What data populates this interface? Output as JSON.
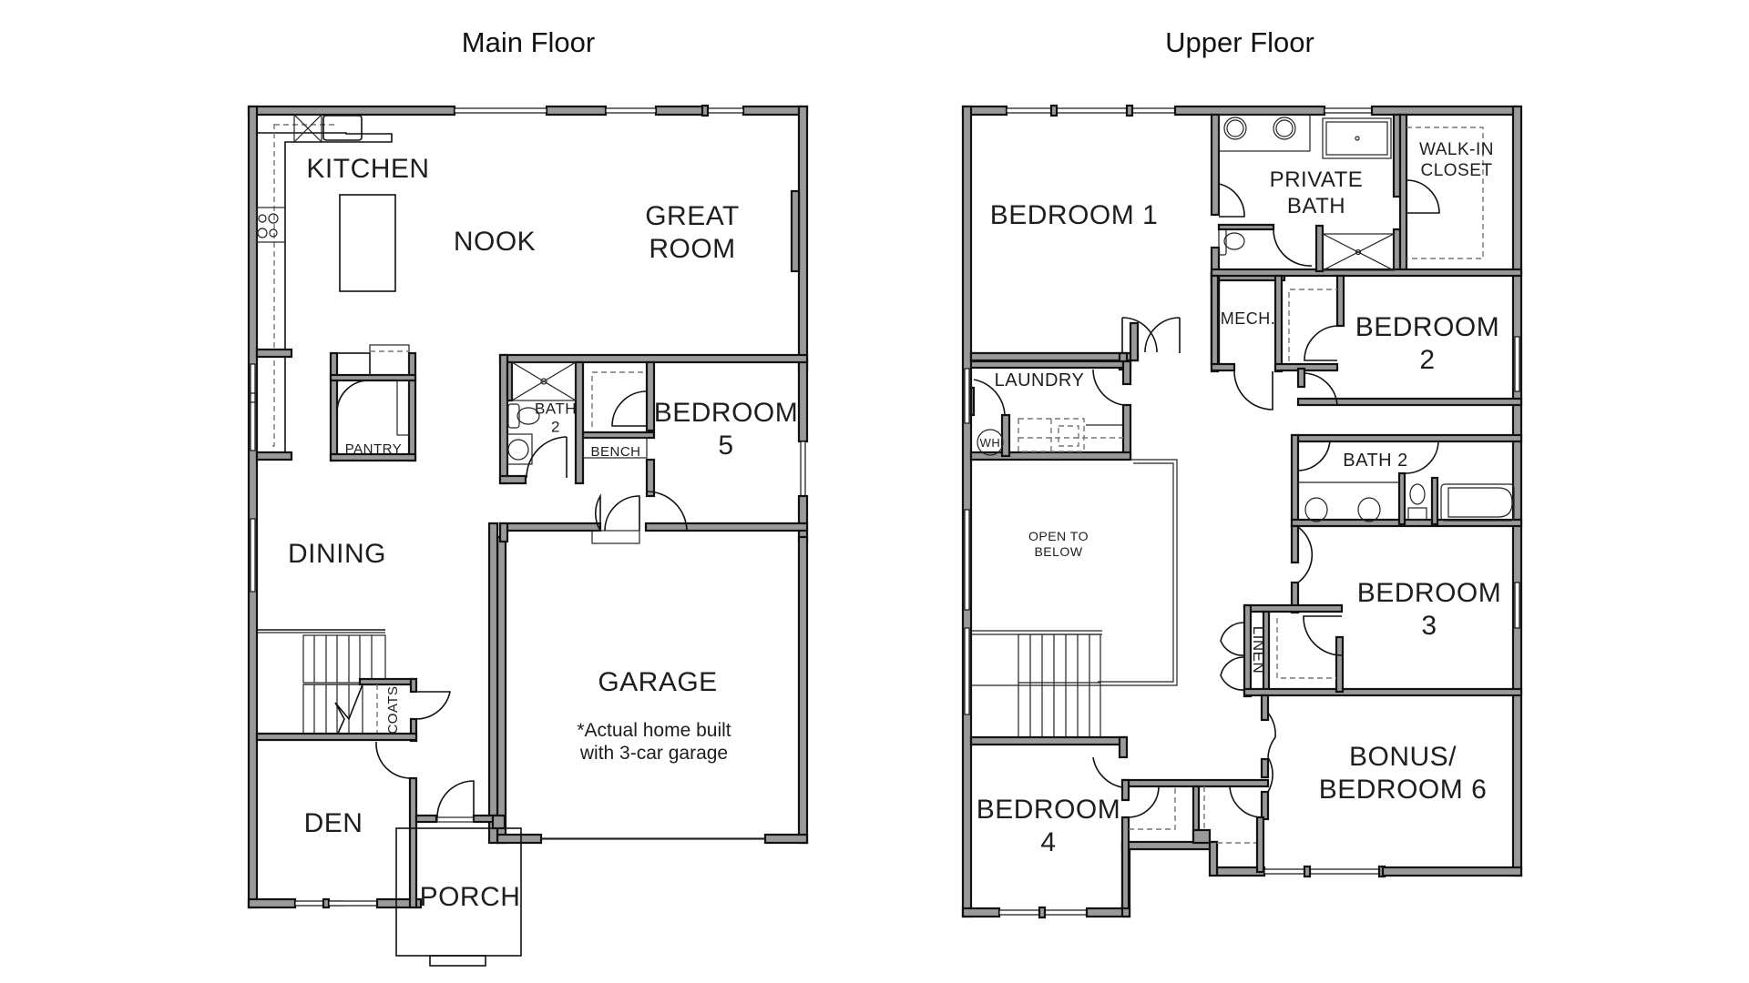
{
  "titles": {
    "main_floor": "Main Floor",
    "upper_floor": "Upper Floor"
  },
  "main_floor": {
    "rooms": {
      "kitchen": "KITCHEN",
      "nook": "NOOK",
      "great_room": "GREAT\nROOM",
      "pantry": "PANTRY",
      "bath2": "BATH\n2",
      "bench": "BENCH",
      "bedroom5": "BEDROOM\n5",
      "dining": "DINING",
      "garage": "GARAGE",
      "garage_note": "*Actual home built\nwith 3-car garage",
      "coats": "COATS",
      "den": "DEN",
      "porch": "PORCH"
    }
  },
  "upper_floor": {
    "rooms": {
      "bedroom1": "BEDROOM 1",
      "private_bath": "PRIVATE\nBATH",
      "walk_in_closet": "WALK-IN\nCLOSET",
      "mech": "MECH.",
      "bedroom2": "BEDROOM\n2",
      "laundry": "LAUNDRY",
      "wh": "WH",
      "bath2": "BATH 2",
      "open_to_below": "OPEN TO\nBELOW",
      "linen": "LINEN",
      "bedroom3": "BEDROOM\n3",
      "bedroom4": "BEDROOM\n4",
      "bonus_bedroom6": "BONUS/\nBEDROOM 6"
    }
  },
  "colors": {
    "wall_fill": "#9a9a9a",
    "wall_stroke": "#111111",
    "background": "#ffffff"
  }
}
